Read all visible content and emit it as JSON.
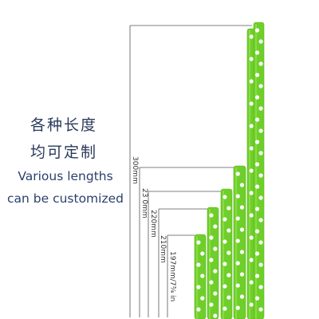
{
  "caption": {
    "chinese_line1": "各种长度",
    "chinese_line2": "均可定制",
    "english_line1": "Various lengths",
    "english_line2": "can be customized"
  },
  "dimensions": [
    {
      "label": "300mm"
    },
    {
      "label": "23 0mm"
    },
    {
      "label": "220mm"
    },
    {
      "label": "210mm"
    },
    {
      "label": "197mm/7³⁄₄ in"
    }
  ],
  "straws": {
    "count": 6,
    "color": "#6fcf2a",
    "dot_color": "#ffffff",
    "pattern": "polka-dot"
  },
  "colors": {
    "text_primary": "#2a3a5a",
    "dimension_line": "#555555"
  }
}
